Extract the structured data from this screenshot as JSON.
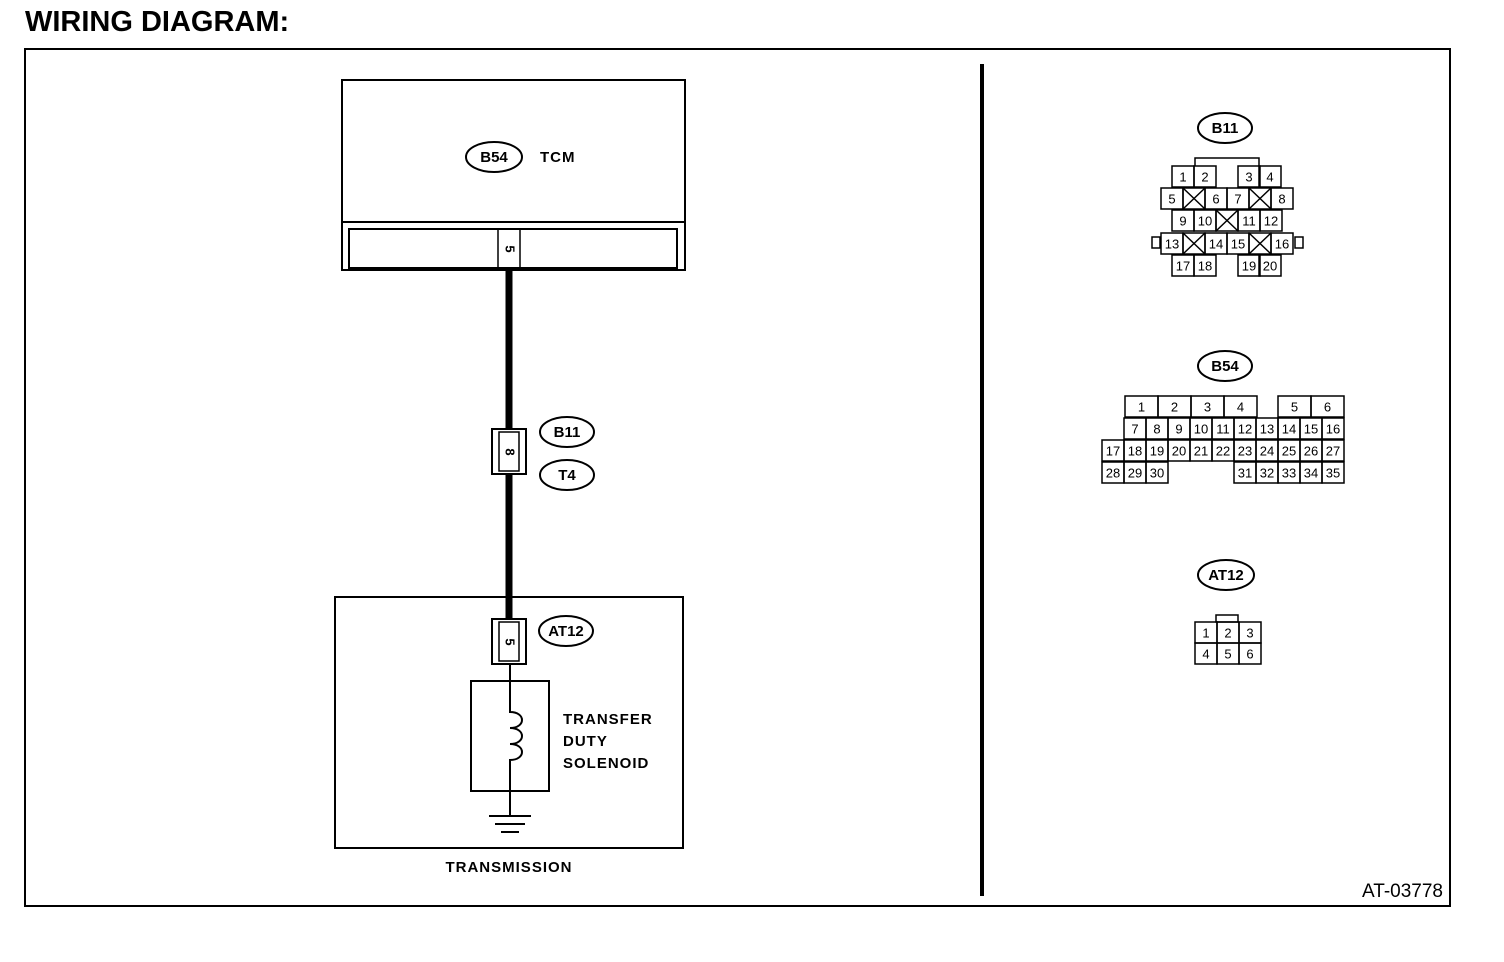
{
  "title": "WIRING DIAGRAM:",
  "diagram_code": "AT-03778",
  "tcm": {
    "connector": "B54",
    "label": "TCM",
    "pin": "5"
  },
  "harness": {
    "connectors": [
      "B11",
      "T4"
    ],
    "pin": "8"
  },
  "transmission": {
    "label": "TRANSMISSION",
    "connector": "AT12",
    "pin": "5",
    "solenoid": {
      "line1": "TRANSFER",
      "line2": "DUTY",
      "line3": "SOLENOID"
    }
  },
  "connector_views": {
    "b11": {
      "name": "B11",
      "pins": [
        "1",
        "2",
        "3",
        "4",
        "5",
        "6",
        "7",
        "8",
        "9",
        "10",
        "11",
        "12",
        "13",
        "14",
        "15",
        "16",
        "17",
        "18",
        "19",
        "20"
      ]
    },
    "b54": {
      "name": "B54",
      "pins": [
        "1",
        "2",
        "3",
        "4",
        "5",
        "6",
        "7",
        "8",
        "9",
        "10",
        "11",
        "12",
        "13",
        "14",
        "15",
        "16",
        "17",
        "18",
        "19",
        "20",
        "21",
        "22",
        "23",
        "24",
        "25",
        "26",
        "27",
        "28",
        "29",
        "30",
        "31",
        "32",
        "33",
        "34",
        "35"
      ]
    },
    "at12": {
      "name": "AT12",
      "pins": [
        "1",
        "2",
        "3",
        "4",
        "5",
        "6"
      ]
    }
  }
}
